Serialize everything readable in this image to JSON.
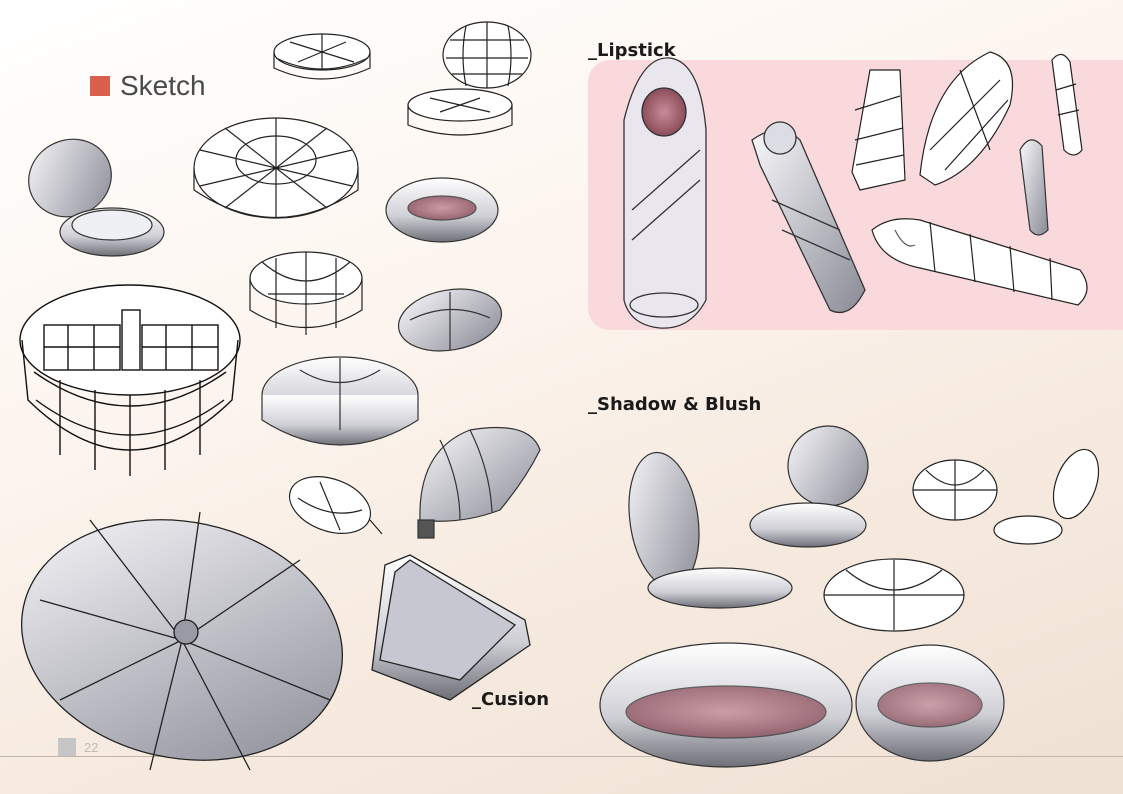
{
  "page": {
    "title": "Sketch",
    "page_number": "22",
    "accent_color": "#d9604a",
    "panel_color": "#fad9dc"
  },
  "sections": {
    "lipstick": "_Lipstick",
    "shadow_blush": "_Shadow & Blush",
    "cushion": "_Cusion"
  }
}
